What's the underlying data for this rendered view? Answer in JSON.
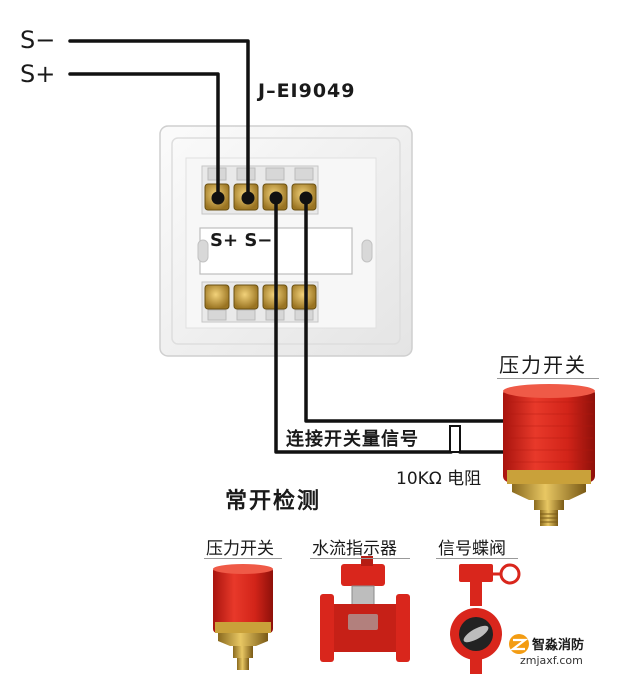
{
  "wires": {
    "s_minus": "S−",
    "s_plus": "S+"
  },
  "module": {
    "model": "J–EI9049",
    "terminal_label": "S+ S−"
  },
  "connection": {
    "signal_label": "连接开关量信号",
    "resistor_label": "10KΩ 电阻"
  },
  "main_device": {
    "title": "压力开关"
  },
  "section": {
    "title": "常开检测"
  },
  "devices": [
    {
      "label": "压力开关"
    },
    {
      "label": "水流指示器"
    },
    {
      "label": "信号蝶阀"
    }
  ],
  "watermark": {
    "name": "智淼消防",
    "url": "zmjaxf.com"
  },
  "colors": {
    "wire": "#111111",
    "red": "#d9261c",
    "brass": "#c9a13a",
    "plate": "#f2f2f2"
  }
}
